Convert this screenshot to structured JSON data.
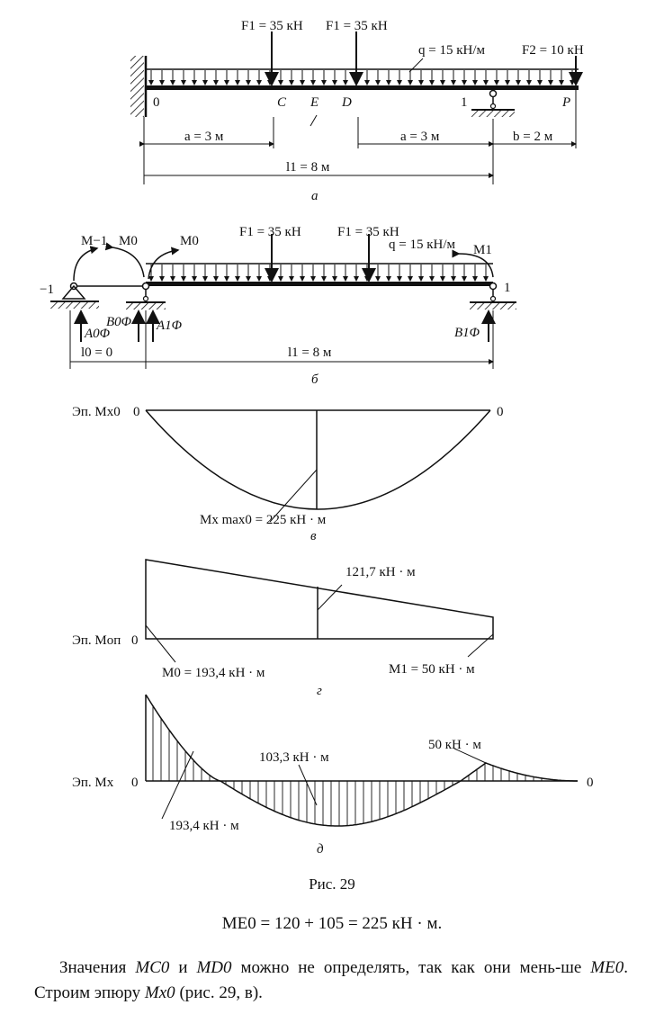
{
  "scheme_a": {
    "f1_left": "F1 = 35 кН",
    "f1_right": "F1 = 35 кН",
    "q": "q = 15 кН/м",
    "f2": "F2 = 10 кН",
    "points": [
      "0",
      "C",
      "E",
      "D",
      "1",
      "P"
    ],
    "dim_a_left": "a = 3 м",
    "dim_a_right": "a = 3 м",
    "dim_b": "b = 2 м",
    "dim_l1": "l1 = 8 м",
    "label": "а"
  },
  "scheme_b": {
    "m_minus1": "M−1",
    "m0_a": "M0",
    "m0_b": "M0",
    "f1_left": "F1 = 35 кН",
    "f1_right": "F1 = 35 кН",
    "q": "q = 15 кН/м",
    "m1": "M1",
    "support_left": "−1",
    "support_right": "1",
    "a0": "A0Φ",
    "b0": "B0Φ",
    "a1": "A1Φ",
    "b1": "B1Φ",
    "dim_l0": "l0 = 0",
    "dim_l1": "l1 = 8 м",
    "label": "б"
  },
  "diagram_v": {
    "title": "Эп. Mx0",
    "zero_left": "0",
    "zero_right": "0",
    "max_label": "Mx max0 = 225 кН · м",
    "label": "в"
  },
  "diagram_g": {
    "title": "Эп. Mоп",
    "zero": "0",
    "mid_label": "121,7  кН · м",
    "m0_label": "M0 = 193,4 кН · м",
    "m1_label": "M1 = 50 кН · м",
    "label": "г"
  },
  "diagram_d": {
    "title": "Эп. Mx",
    "zero_left": "0",
    "zero_right": "0",
    "left_label": "193,4 кН · м",
    "mid_label": "103,3 кН · м",
    "right_label": "50 кН · м",
    "label": "д"
  },
  "caption": "Рис. 29",
  "formula": "ME0 = 120 + 105 = 225 кН · м.",
  "paragraph": {
    "p1": "Значения ",
    "mc": "MC0",
    "p2": " и ",
    "md": "MD0",
    "p3": " можно не определять, так как они мень-ше ",
    "me": "ME0",
    "p4": ". Строим эпюру ",
    "mx": "Mx0",
    "p5": " (рис. 29, в)."
  }
}
